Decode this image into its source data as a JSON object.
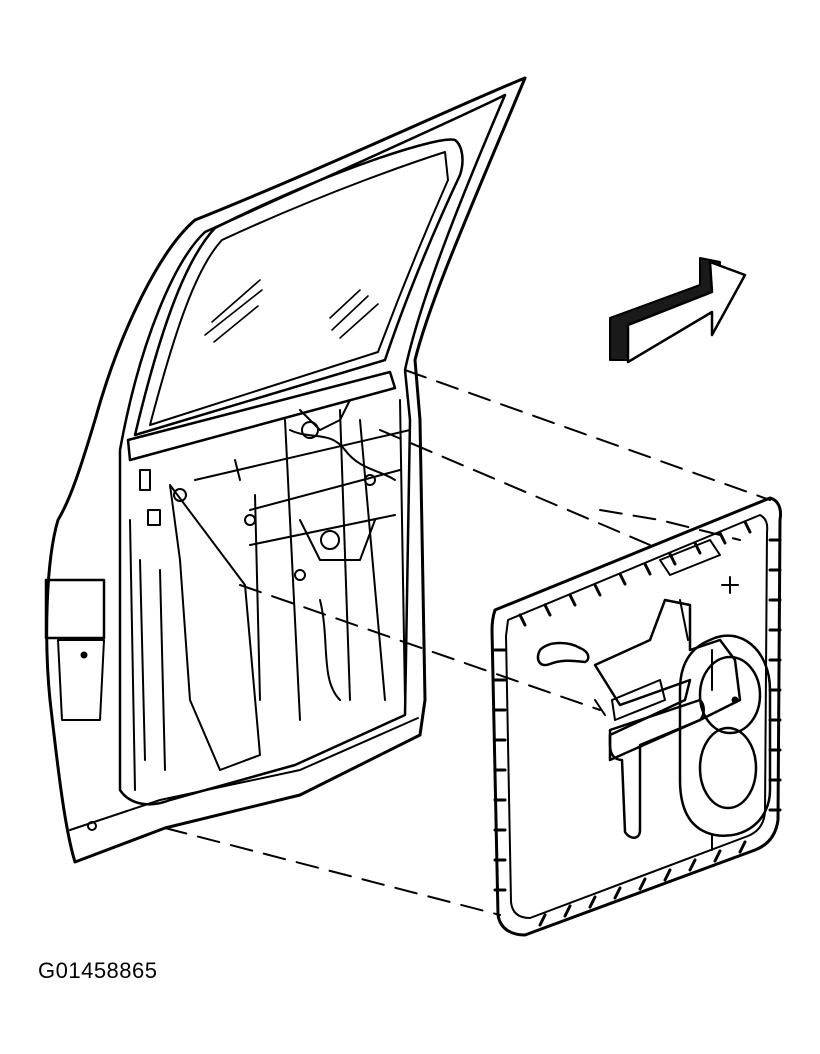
{
  "figure": {
    "id_label": "G01458865"
  },
  "colors": {
    "ink": "#000000",
    "paper": "#ffffff",
    "shade": "#1a1a1a"
  },
  "parts": {
    "door_frame": "door-frame",
    "window_glass": "window-glass",
    "door_trim_panel": "door-trim-panel",
    "speaker": "speaker",
    "direction_arrow": "forward-arrow-icon"
  }
}
